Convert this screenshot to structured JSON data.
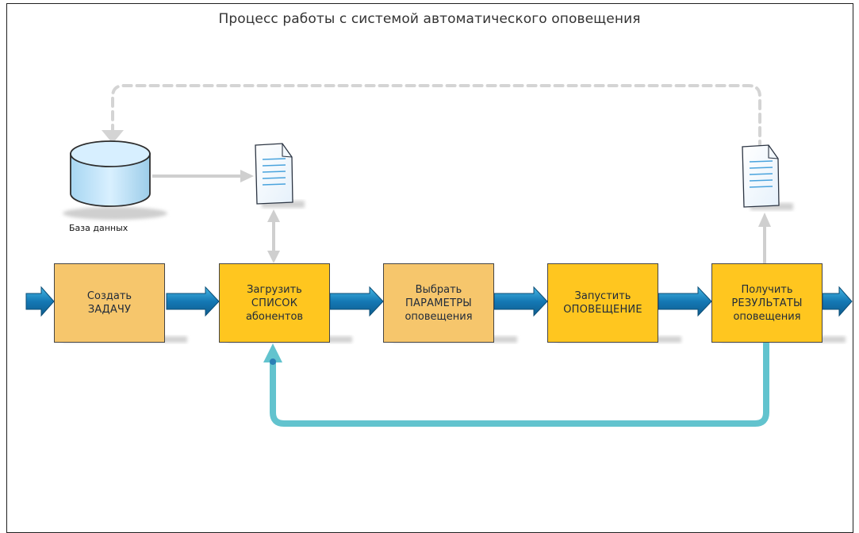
{
  "title": "Процесс работы с системой автоматического оповещения",
  "database": {
    "label": "База данных"
  },
  "steps": [
    {
      "line1": "Создать",
      "line2": "ЗАДАЧУ",
      "line3": ""
    },
    {
      "line1": "Загрузить",
      "line2": "СПИСОК",
      "line3": "абонентов"
    },
    {
      "line1": "Выбрать",
      "line2": "ПАРАМЕТРЫ",
      "line3": "оповещения"
    },
    {
      "line1": "Запустить",
      "line2": "ОПОВЕЩЕНИЕ",
      "line3": ""
    },
    {
      "line1": "Получить",
      "line2": "РЕЗУЛЬТАТЫ",
      "line3": "оповещения"
    }
  ],
  "colors": {
    "step_light": "#f6c66c",
    "step_bright": "#ffc61f",
    "flow_arrow": "#1b7fb3",
    "feedback_loop": "#62c3ce",
    "dashed_loop": "#d4d4d4",
    "db_fill": "#cfe8f6"
  },
  "icons": [
    "database-icon",
    "document-icon",
    "document-icon"
  ]
}
